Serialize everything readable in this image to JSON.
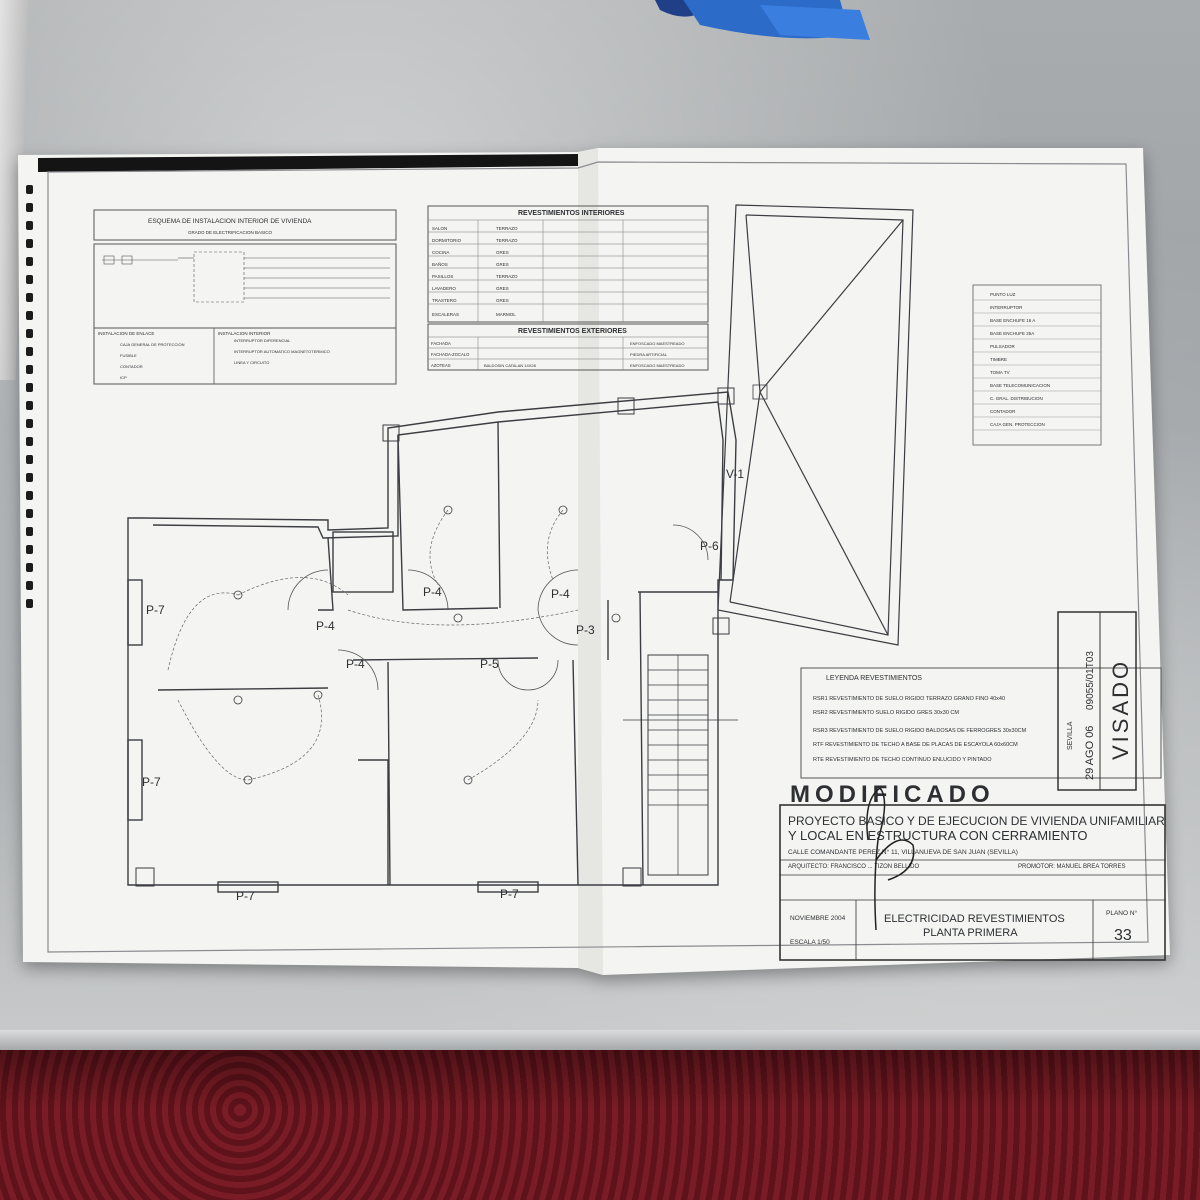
{
  "legend_block": {
    "title": "ESQUEMA DE INSTALACION INTERIOR DE VIVIENDA",
    "subtitle": "GRADO DE ELECTRIFICACION BASICO",
    "enlace_header": "INSTALACION DE ENLACE",
    "interior_header": "INSTALACION INTERIOR",
    "enlace_items": [
      "CAJA GENERAL DE PROTECCION",
      "FUSIBLE",
      "CONTADOR",
      "ICP"
    ],
    "interior_items": [
      "INTERRUPTOR DIFERENCIAL",
      "INTERRUPTOR AUTOMATICO MAGNETOTERMICO",
      "LINEA Y CIRCUITO"
    ]
  },
  "revestimientos_interiores": {
    "title": "REVESTIMIENTOS INTERIORES",
    "rows": [
      {
        "room": "SALON",
        "suelo": "TERRAZO"
      },
      {
        "room": "DORMITORIO",
        "suelo": "TERRAZO"
      },
      {
        "room": "COCINA",
        "suelo": "GRES"
      },
      {
        "room": "BAÑOS",
        "suelo": "GRES"
      },
      {
        "room": "PASILLOS",
        "suelo": "TERRAZO"
      },
      {
        "room": "LAVADERO",
        "suelo": "GRES"
      },
      {
        "room": "TRASTERO",
        "suelo": "GRES"
      },
      {
        "room": "ESCALERAS",
        "suelo": "MARMOL"
      }
    ]
  },
  "revestimientos_exteriores": {
    "title": "REVESTIMIENTOS EXTERIORES",
    "rows": [
      {
        "name": "FACHADA",
        "value": "ENFOSCADO MAESTREADO"
      },
      {
        "name": "FACHADA-ZOCALO",
        "value": "PIEDRA ARTIFICIAL"
      },
      {
        "name": "AZOTEAS",
        "value": "BALDOSIN CATALAN 14X28",
        "extra": "ENFOSCADO MAESTREADO"
      }
    ]
  },
  "plan_labels": {
    "p7_top": "P-7",
    "p7_mid": "P-7",
    "p7_bot1": "P-7",
    "p7_bot2": "P-7",
    "p4_a": "P-4",
    "p4_b": "P-4",
    "p4_c": "P-4",
    "p4_d": "P-4",
    "p5": "P-5",
    "p3": "P-3",
    "p6": "P-6",
    "v1": "V-1"
  },
  "leyenda_revestimientos": {
    "title": "LEYENDA REVESTIMIENTOS",
    "items": [
      "RSR1 REVESTIMIENTO DE SUELO RIGIDO TERRAZO GRANO FINO 40x40",
      "RSR2 REVESTIMIENTO SUELO RIGIDO GRES 30x30 CM",
      "RSR3 REVESTIMIENTO DE SUELO RIGIDO BALDOSAS DE FERROGRES 30x30CM",
      "RTF REVESTIMIENTO DE TECHO A BASE DE PLACAS DE ESCAYOLA 60x60CM",
      "RTE REVESTIMIENTO DE TECHO CONTINUO ENLUCIDO Y PINTADO"
    ]
  },
  "title_block": {
    "modificado": "MODIFICADO",
    "project_line1": "PROYECTO BASICO Y DE EJECUCION DE VIVIENDA UNIFAMILIAR",
    "project_line2": "Y LOCAL EN ESTRUCTURA CON CERRAMIENTO",
    "address": "CALLE COMANDANTE PEREZ N° 11, VILLANUEVA DE SAN JUAN (SEVILLA)",
    "arquitecto": "ARQUITECTO: FRANCISCO ... TIZON BELLIDO",
    "promotor": "PROMOTOR: MANUEL BREA TORRES",
    "date": "NOVIEMBRE 2004",
    "escala": "ESCALA 1/50",
    "plan_title1": "ELECTRICIDAD REVESTIMIENTOS",
    "plan_title2": "PLANTA PRIMERA",
    "plano_label": "PLANO N°",
    "plano_num": "33"
  },
  "visado_stamp": {
    "word": "VISADO",
    "date": "29 AGO 06",
    "number": "09055/01T03",
    "place": "SEVILLA"
  },
  "symbols_legend": {
    "items": [
      "PUNTO LUZ",
      "INTERRUPTOR",
      "BASE ENCHUFE 16 A",
      "BASE ENCHUFE 25A",
      "PULSADOR",
      "TIMBRE",
      "TOMA TV",
      "BASE TELECOMUNICACION",
      "C. GRAL. DISTRIBUCION",
      "CONTADOR",
      "CAJA GEN. PROTECCION"
    ]
  }
}
